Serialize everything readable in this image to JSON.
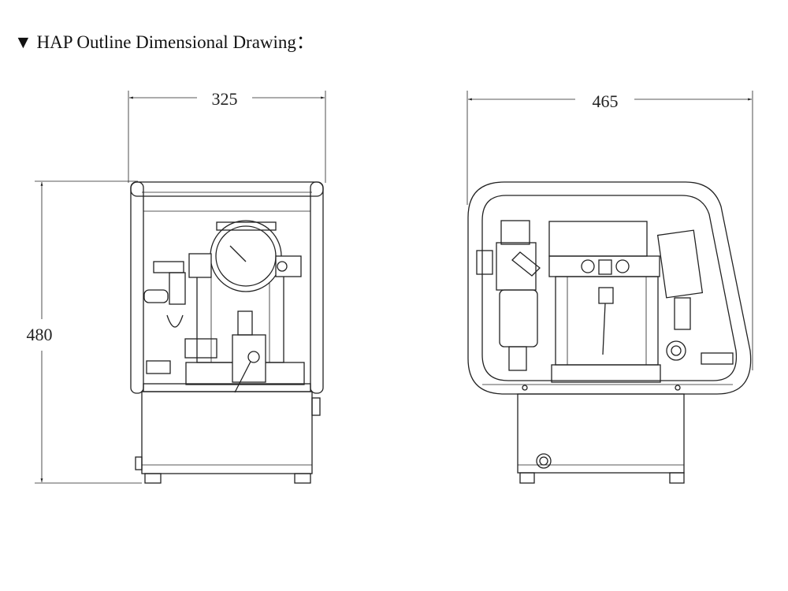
{
  "title": "▼ HAP Outline Dimensional Drawing：",
  "dimensions": {
    "front_width": "325",
    "height": "480",
    "side_depth": "465"
  },
  "colors": {
    "line": "#222222",
    "background": "#ffffff"
  }
}
